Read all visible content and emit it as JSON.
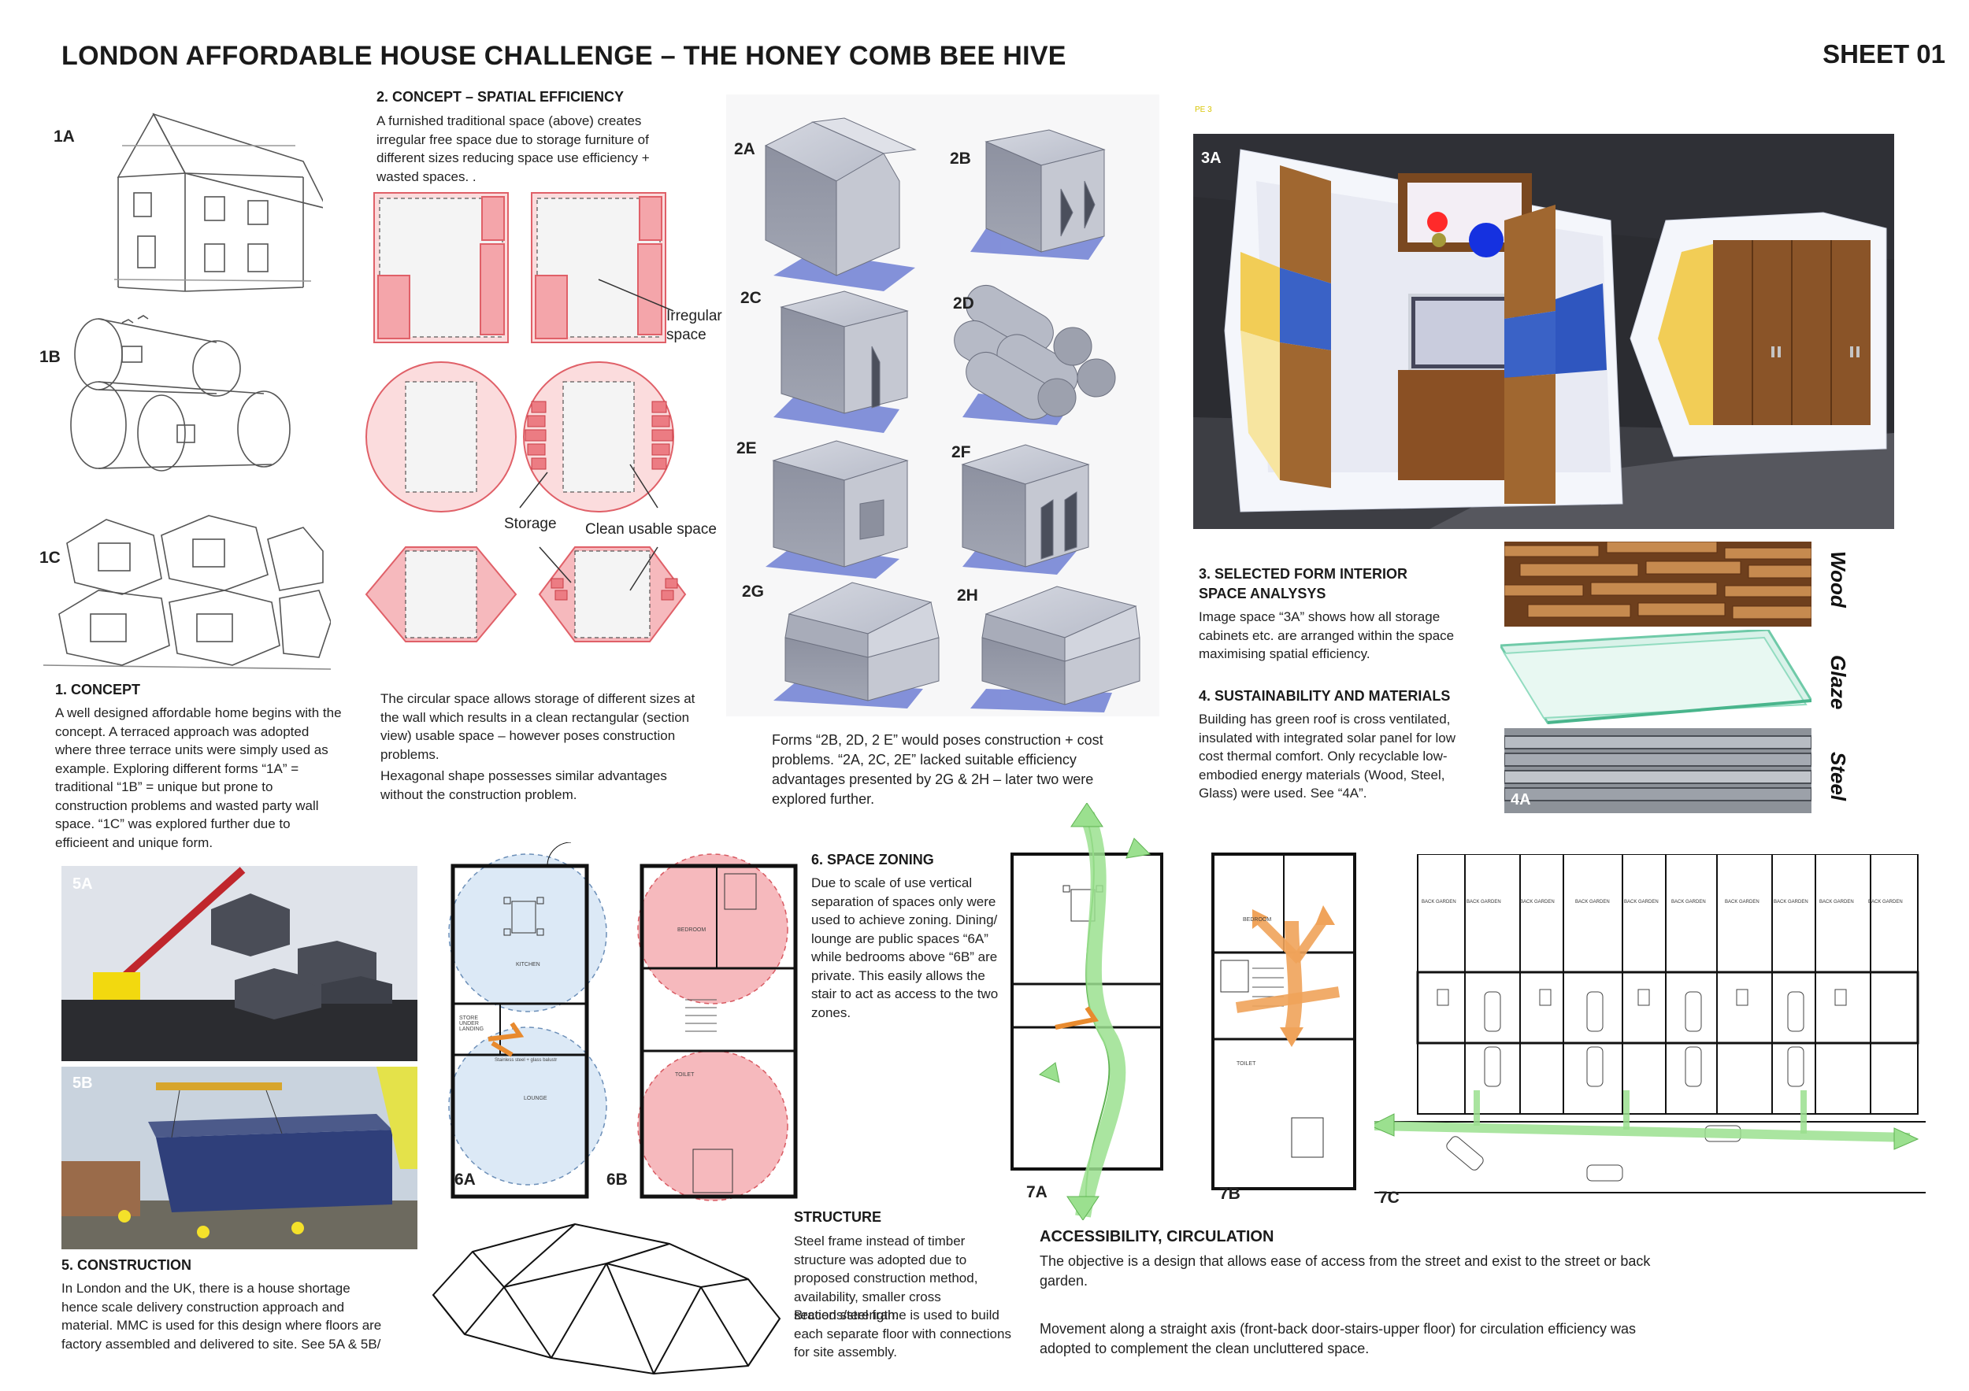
{
  "header": {
    "title": "LONDON AFFORDABLE HOUSE CHALLENGE – THE HONEY COMB BEE HIVE",
    "sheet": "SHEET 01"
  },
  "sketch_labels": [
    "1A",
    "1B",
    "1C"
  ],
  "concept": {
    "heading": "1. CONCEPT",
    "body": "A well designed affordable  home begins with the concept. A terraced approach was adopted where three terrace units were simply used as example. Exploring different forms “1A” = traditional “1B” = unique but prone to construction problems and wasted party wall space. “1C” was explored further due to efficieent and unique form."
  },
  "spatial": {
    "heading": "2. CONCEPT – SPATIAL EFFICIENCY",
    "intro": "A furnished traditional space (above) creates irregular free space due to storage furniture of different sizes reducing space use efficiency + wasted spaces. .",
    "label_irregular": "Irregular space",
    "label_storage": "Storage",
    "label_clean": "Clean usable space",
    "body1": "The circular space allows storage of different sizes at the wall which results in a clean rectangular (section view) usable space – however poses construction problems.",
    "body2": "Hexagonal shape possesses similar advantages without the construction problem."
  },
  "forms": {
    "labels": [
      "2A",
      "2B",
      "2C",
      "2D",
      "2E",
      "2F",
      "2G",
      "2H"
    ],
    "caption": "Forms “2B, 2D, 2 E” would poses construction + cost problems. “2A, 2C, 2E” lacked suitable efficiency advantages presented by 2G & 2H – later two were explored further."
  },
  "interior": {
    "label": "3A",
    "tiny_mark": "PE 3",
    "heading": "3. SELECTED FORM INTERIOR SPACE ANALYSYS",
    "body": "Image space “3A” shows how all storage cabinets etc. are arranged within the space maximising spatial efficiency."
  },
  "sustainability": {
    "heading": "4. SUSTAINABILITY AND  MATERIALS",
    "body": "Building has green roof is cross ventilated, insulated with integrated solar panel for low cost thermal comfort. Only recyclable low-embodied energy materials (Wood, Steel, Glass) were used. See “4A”.",
    "materials": [
      "Wood",
      "Glaze",
      "Steel"
    ],
    "label": "4A"
  },
  "construction": {
    "label_a": "5A",
    "label_b": "5B",
    "heading": "5. CONSTRUCTION",
    "body": "In London and the UK, there is a house shortage hence scale delivery construction approach and material. MMC is used for this design where floors are factory assembled and delivered to site. See 5A & 5B/"
  },
  "zoning": {
    "heading": "6. SPACE ZONING",
    "body": "Due to scale of use vertical separation of spaces only were used to achieve zoning. Dining/ lounge are public spaces “6A” while bedrooms above “6B” are private. This easily allows the stair to act as access to the two zones.",
    "label_a": "6A",
    "label_b": "6B",
    "room_labels": {
      "kitchen": "KITCHEN",
      "lounge": "LOUNGE",
      "store": "STORE UNDER LANDING",
      "bedroom": "BEDROOM",
      "toilet": "TOILET",
      "stair_note": "Stainless steel + glass balustr"
    }
  },
  "structure": {
    "heading": "STRUCTURE",
    "body1": "Steel frame instead of timber structure was adopted due to proposed construction method, availability, smaller cross sections/strength.",
    "body2": "Braced steel frame is used to build each separate floor with connections for site assembly."
  },
  "circulation": {
    "labels": [
      "7A",
      "7B",
      "7C"
    ],
    "heading": "ACCESSIBILITY, CIRCULATION",
    "body1": "The objective is a design that allows ease of access from the street and exist to the street or back garden.",
    "body2": "Movement along a straight axis (front-back door-stairs-upper floor) for circulation efficiency was adopted to complement the clean uncluttered space.",
    "garden_label": "BACK GARDEN"
  },
  "colors": {
    "pink": "#f6b9bd",
    "pink_dark": "#e4545d",
    "blue_zone": "#dce9f6",
    "green_arrow": "#9be08f",
    "orange_arrow": "#f0a35a",
    "form_grey": "#a9adbb"
  }
}
